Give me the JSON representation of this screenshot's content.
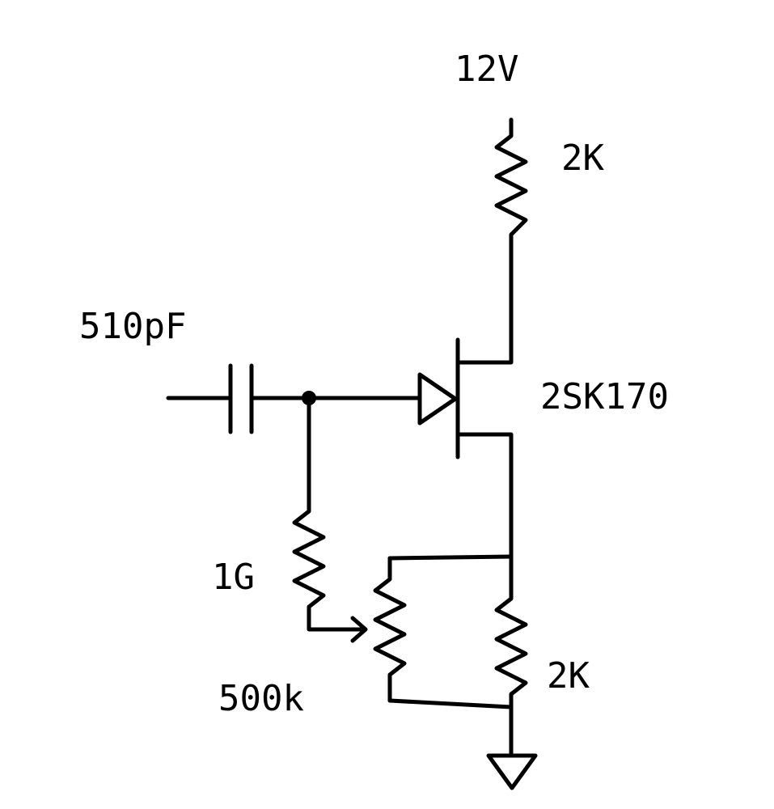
{
  "diagram": {
    "supply": {
      "label": "12V"
    },
    "drain_resistor": {
      "value": "2K"
    },
    "source_resistor": {
      "value": "2K"
    },
    "input_capacitor": {
      "value": "510pF"
    },
    "transistor": {
      "part": "2SK170"
    },
    "gate_resistor": {
      "value": "1G"
    },
    "potentiometer": {
      "value": "500k"
    },
    "ground": {
      "symbol": "ground-icon"
    }
  },
  "colors": {
    "ink": "#000000",
    "background": "#ffffff"
  }
}
